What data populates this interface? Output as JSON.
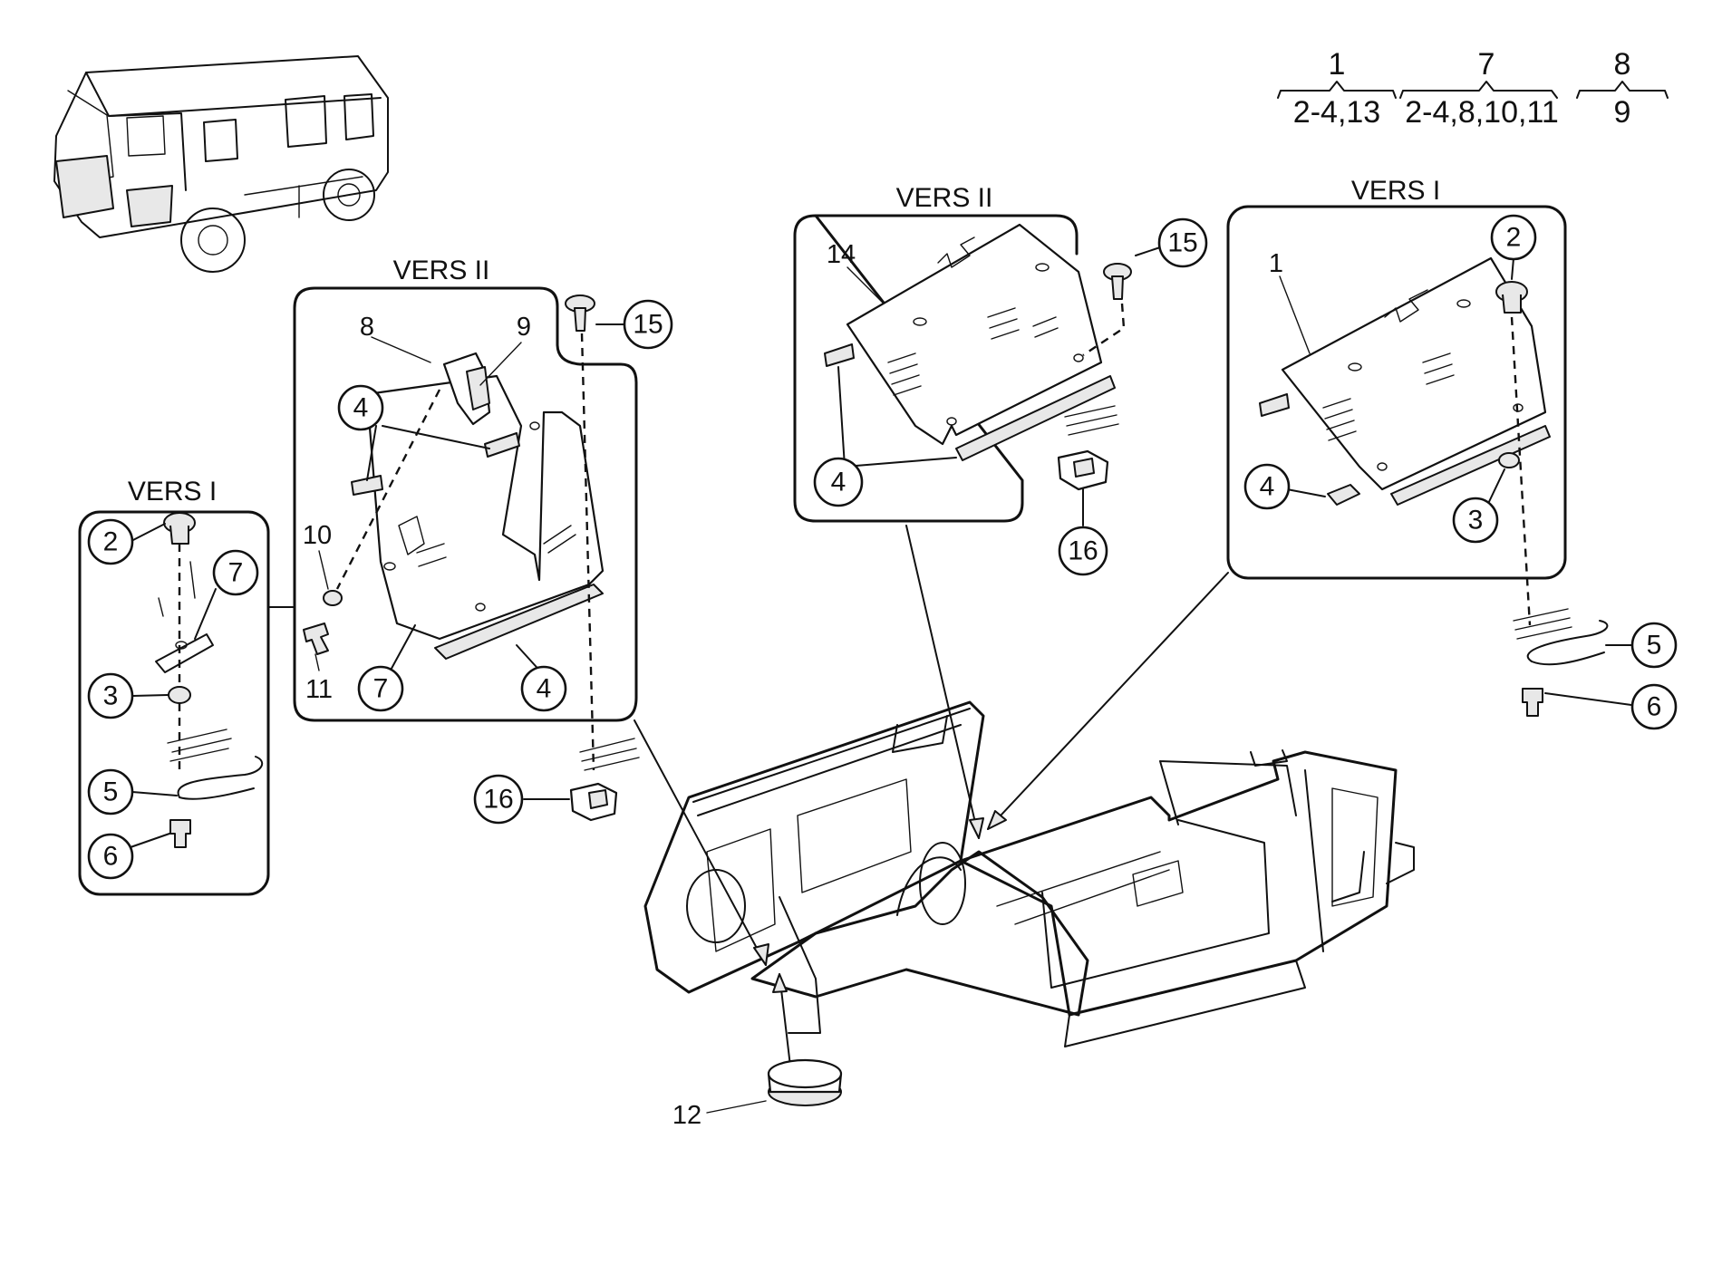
{
  "groups": {
    "left_vers_i": "VERS I",
    "left_vers_ii": "VERS II",
    "right_vers_ii": "VERS II",
    "right_vers_i": "VERS I"
  },
  "legend": [
    {
      "parent": "1",
      "children": "2-4,13"
    },
    {
      "parent": "7",
      "children": "2-4,8,10,11"
    },
    {
      "parent": "8",
      "children": "9"
    }
  ],
  "callouts": {
    "c2a": "2",
    "c7a": "7",
    "c3a": "3",
    "c5a": "5",
    "c6a": "6",
    "c4a": "4",
    "c7b": "7",
    "c4b": "4",
    "c15a": "15",
    "c16a": "16",
    "c15b": "15",
    "c4c": "4",
    "c16b": "16",
    "c2b": "2",
    "c4d": "4",
    "c3b": "3",
    "c5b": "5",
    "c6b": "6"
  },
  "labels": {
    "l8": "8",
    "l9": "9",
    "l10": "10",
    "l11": "11",
    "l14": "14",
    "l1": "1",
    "l12": "12"
  }
}
